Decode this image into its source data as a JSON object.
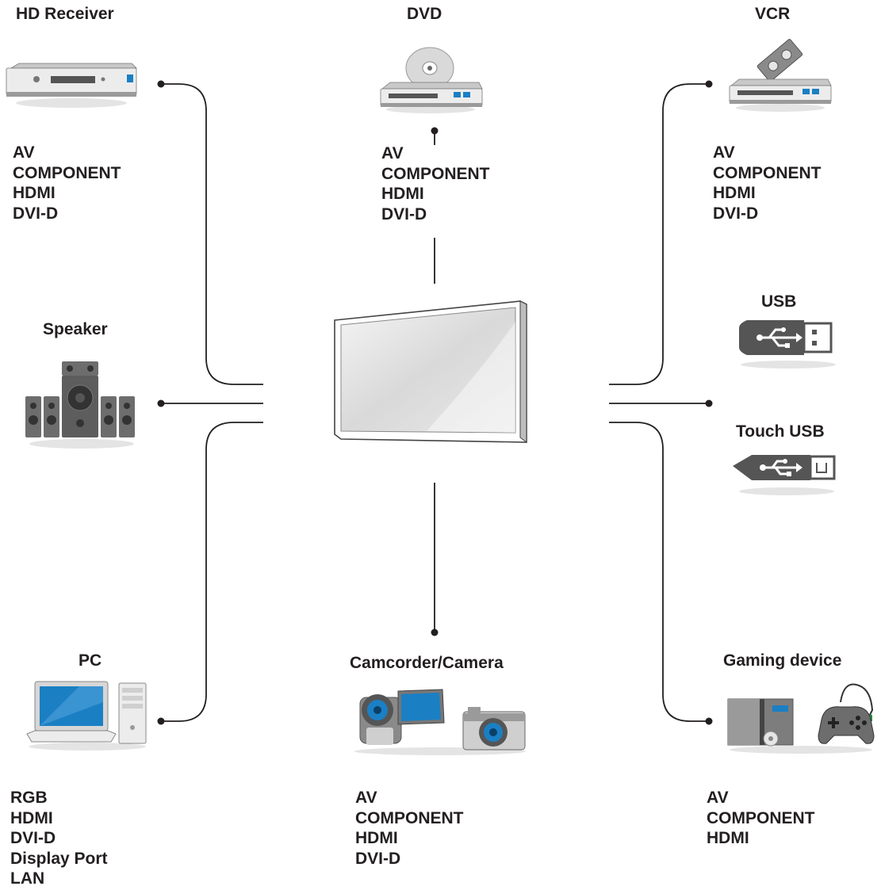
{
  "devices": {
    "hd_receiver": {
      "title": "HD Receiver",
      "ports": [
        "AV",
        "COMPONENT",
        "HDMI",
        "DVI-D"
      ]
    },
    "dvd": {
      "title": "DVD",
      "ports": [
        "AV",
        "COMPONENT",
        "HDMI",
        "DVI-D"
      ]
    },
    "vcr": {
      "title": "VCR",
      "ports": [
        "AV",
        "COMPONENT",
        "HDMI",
        "DVI-D"
      ]
    },
    "speaker": {
      "title": "Speaker"
    },
    "usb": {
      "title": "USB"
    },
    "touch_usb": {
      "title": "Touch USB"
    },
    "pc": {
      "title": "PC",
      "ports": [
        "RGB",
        "HDMI",
        "DVI-D",
        "Display Port",
        "LAN"
      ]
    },
    "camcorder": {
      "title": "Camcorder/Camera",
      "ports": [
        "AV",
        "COMPONENT",
        "HDMI",
        "DVI-D"
      ]
    },
    "gaming": {
      "title": "Gaming device",
      "ports": [
        "AV",
        "COMPONENT",
        "HDMI"
      ]
    }
  },
  "colors": {
    "line": "#231f20",
    "screen_blue": "#1b7fc4"
  }
}
